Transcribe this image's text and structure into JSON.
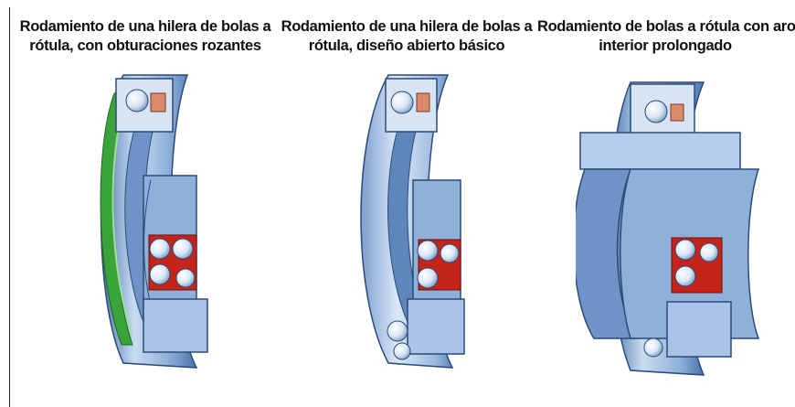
{
  "figures": [
    {
      "id": "sealed",
      "caption_lines": [
        "Rodamiento de una hilera de bolas a",
        "rótula, con obturaciones rozantes"
      ]
    },
    {
      "id": "open",
      "caption_lines": [
        "Rodamiento de una hilera de bolas a",
        "rótula, diseño abierto básico"
      ]
    },
    {
      "id": "extended",
      "caption_lines": [
        "Rodamiento de bolas a rótula con aro",
        "interior prolongado"
      ]
    }
  ],
  "colors": {
    "ring_light": "#c9dcf2",
    "ring_mid": "#8fb0d9",
    "ring_dark": "#4a74ac",
    "ring_outline": "#2c4a78",
    "seal": "#3aa33a",
    "cage": "#c42419",
    "ball": "#e8f1fb"
  }
}
